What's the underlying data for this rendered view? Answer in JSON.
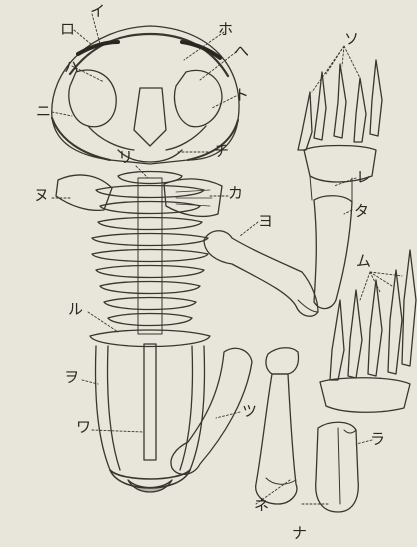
{
  "figure": {
    "background": "#e8e5da",
    "ink": "#3a352f",
    "shadow_ink": "#2a2622"
  },
  "labels": {
    "i": "イ",
    "ro": "ロ",
    "ha": "ハ",
    "ni": "ニ",
    "ho": "ホ",
    "he": "へ",
    "to": "ト",
    "ri": "リ",
    "chi": "チ",
    "nu": "ヌ",
    "ka": "カ",
    "yo": "ヨ",
    "ru": "ル",
    "wo": "ヲ",
    "wa": "ワ",
    "tsu": "ツ",
    "ne": "ネ",
    "na": "ナ",
    "ra": "ラ",
    "mu": "ム",
    "so": "ソ",
    "re": "レ",
    "ta": "タ"
  }
}
